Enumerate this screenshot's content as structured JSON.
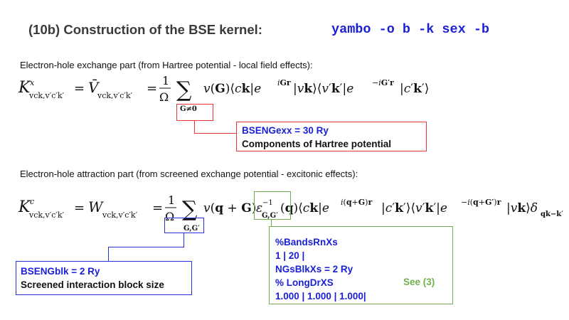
{
  "header": {
    "title": "(10b)  Construction of the BSE kernel:",
    "command": "yambo -o b -k sex -b"
  },
  "exchange": {
    "heading": "Electron-hole exchange part (from Hartree potential - local field effects):",
    "formula_lhs": "K",
    "annotation": {
      "param": "BSENGexx = 30 Ry",
      "desc": "Components of Hartree potential"
    }
  },
  "attraction": {
    "heading": "Electron-hole attraction part (from screened exchange potential - excitonic effects):",
    "annotation_blue": {
      "param": "BSENGblk = 2 Ry",
      "desc": "Screened interaction block size"
    },
    "annotation_green": {
      "lines": [
        "%BandsRnXs",
        "1 | 20 |",
        "NGsBlkXs = 2 Ry",
        "% LongDrXS",
        "1.000 | 1.000 | 1.000|"
      ],
      "see": "See (3)"
    }
  }
}
